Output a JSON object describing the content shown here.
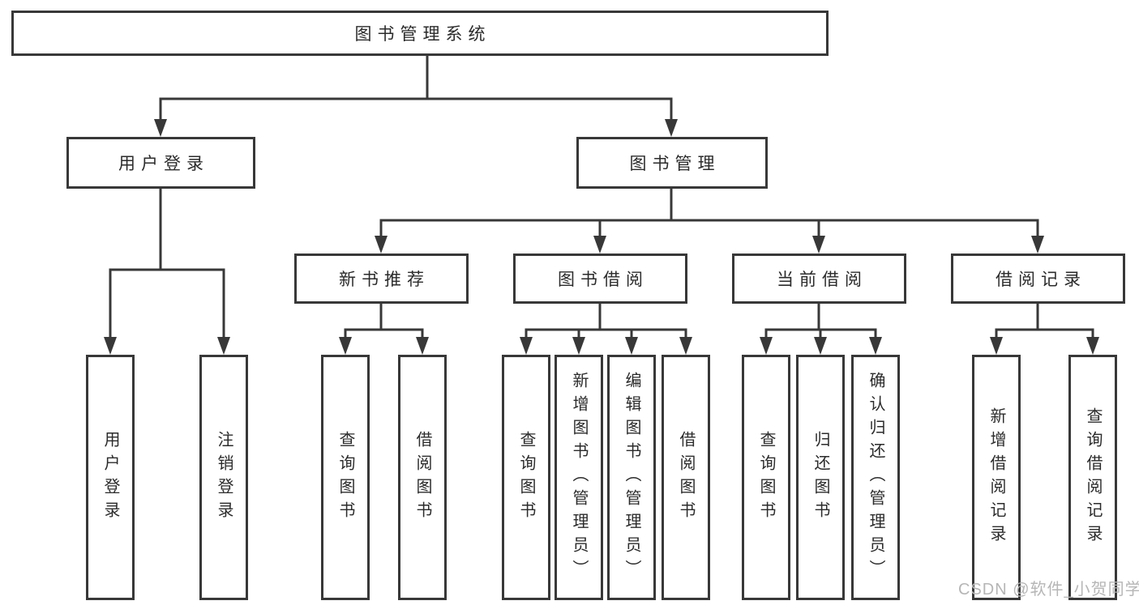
{
  "tree": {
    "label": "图书管理系统",
    "children": [
      {
        "label": "用户登录",
        "children": [
          {
            "label": "用户登录"
          },
          {
            "label": "注销登录"
          }
        ]
      },
      {
        "label": "图书管理",
        "children": [
          {
            "label": "新书推荐",
            "children": [
              {
                "label": "查询图书"
              },
              {
                "label": "借阅图书"
              }
            ]
          },
          {
            "label": "图书借阅",
            "children": [
              {
                "label": "查询图书"
              },
              {
                "label": "新增图书（管理员）"
              },
              {
                "label": "编辑图书（管理员）"
              },
              {
                "label": "借阅图书"
              }
            ]
          },
          {
            "label": "当前借阅",
            "children": [
              {
                "label": "查询图书"
              },
              {
                "label": "归还图书"
              },
              {
                "label": "确认归还（管理员）"
              }
            ]
          },
          {
            "label": "借阅记录",
            "children": [
              {
                "label": "新增借阅记录"
              },
              {
                "label": "查询借阅记录"
              }
            ]
          }
        ]
      }
    ]
  },
  "watermark": {
    "text": "CSDN @软件_小贺同学"
  },
  "colors": {
    "line": "#383838",
    "box_border": "#383838",
    "box_fill": "#ffffff",
    "text": "#2b2b2b",
    "watermark": "#b6b6b6",
    "background": "#ffffff"
  }
}
